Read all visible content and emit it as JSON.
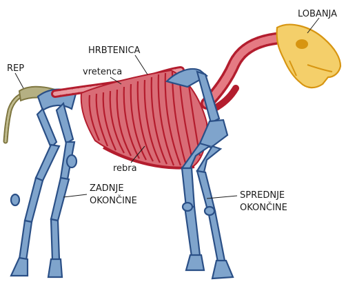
{
  "labels": {
    "skull": "LOBANJA",
    "spine": "HRBTENICA",
    "vertebrae": "vretenca",
    "tail": "REP",
    "ribs": "rebra",
    "hind_limbs_line1": "ZADNJE",
    "hind_limbs_line2": "OKONČINE",
    "front_limbs_line1": "SPREDNJE",
    "front_limbs_line2": "OKONČINE"
  },
  "colors": {
    "skull": "#e9a31c",
    "spine_ribs": "#c8203a",
    "limbs": "#3c6aa6",
    "tail": "#8c874e"
  }
}
